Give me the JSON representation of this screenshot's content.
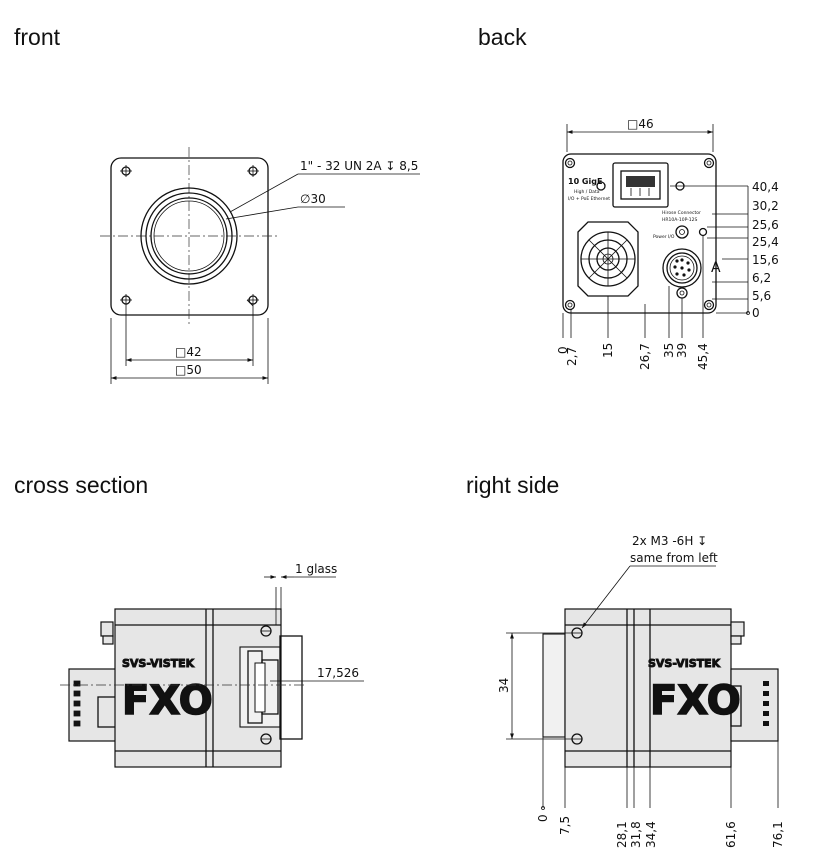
{
  "views": {
    "front": "front",
    "back": "back",
    "cross_section": "cross section",
    "right_side": "right side"
  },
  "front": {
    "thread_callout": "1\" - 32 UN 2A ↧ 8,5",
    "diameter": "∅30",
    "inner_square": "□42",
    "outer_square": "□50"
  },
  "back": {
    "top_width": "□46",
    "connector_title": "10 GigE",
    "connector_sub1": "High / Data",
    "connector_sub2": "I/O + PoE Ethernet",
    "hirose_title": "Hirose Connector",
    "hirose_sub": "HR10A-10P-12S",
    "power_label": "Power I/O",
    "section_marker": "A",
    "right_dims": [
      "40,4",
      "30,2",
      "25,6",
      "25,4",
      "15,6",
      "6,2",
      "5,6",
      "0"
    ],
    "bottom_dims": [
      "0",
      "2,7",
      "15",
      "26,7",
      "35",
      "39",
      "45,4"
    ]
  },
  "cross_section": {
    "glass_label": "1 glass",
    "depth_label": "17,526",
    "brand": "SVS-VISTEK",
    "model": "FXO"
  },
  "right_side": {
    "mount_callout_1": "2x M3 -6H ↧",
    "mount_callout_2": "same from left",
    "height_dim": "34",
    "brand": "SVS-VISTEK",
    "model": "FXO",
    "bottom_dims": [
      "0",
      "7,5",
      "28,1",
      "31,8",
      "34,4",
      "61,6",
      "76,1"
    ]
  }
}
